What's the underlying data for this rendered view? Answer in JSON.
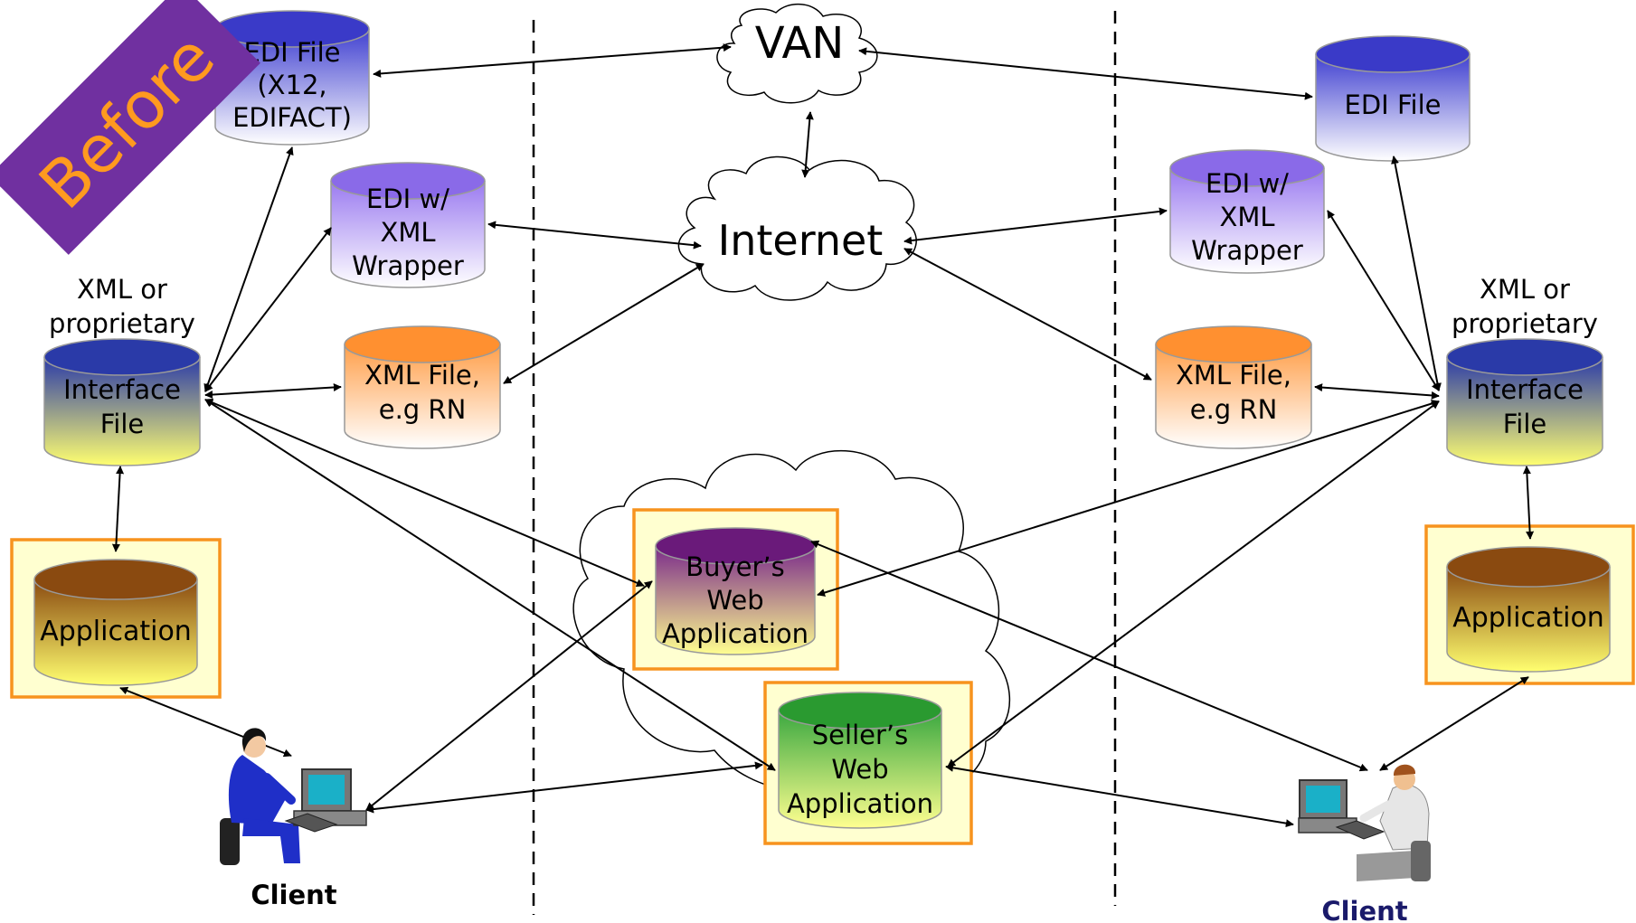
{
  "badge": {
    "label": "Before",
    "color": "#7030a0",
    "text_color": "#ff9a1f"
  },
  "clouds": {
    "van": {
      "label": "VAN"
    },
    "internet": {
      "label": "Internet"
    }
  },
  "left": {
    "edi_file": {
      "line1": "EDI File",
      "line2": "(X12,",
      "line3": "EDIFACT)"
    },
    "edi_xml_wrapper": {
      "line1": "EDI w/",
      "line2": "XML",
      "line3": "Wrapper"
    },
    "xml_file": {
      "line1": "XML File,",
      "line2": "e.g RN"
    },
    "interface_caption": {
      "line1": "XML or",
      "line2": "proprietary"
    },
    "interface_file": {
      "line1": "Interface",
      "line2": "File"
    },
    "application": {
      "label": "Application"
    },
    "client": {
      "label": "Client"
    }
  },
  "center": {
    "buyer_app": {
      "line1": "Buyer’s",
      "line2": "Web",
      "line3": "Application"
    },
    "seller_app": {
      "line1": "Seller’s",
      "line2": "Web",
      "line3": "Application"
    }
  },
  "right": {
    "edi_file": {
      "label": "EDI File"
    },
    "edi_xml_wrapper": {
      "line1": "EDI w/",
      "line2": "XML",
      "line3": "Wrapper"
    },
    "xml_file": {
      "line1": "XML File,",
      "line2": "e.g RN"
    },
    "interface_caption": {
      "line1": "XML or",
      "line2": "proprietary"
    },
    "interface_file": {
      "line1": "Interface",
      "line2": "File"
    },
    "application": {
      "label": "Application"
    },
    "client": {
      "label": "Client"
    }
  },
  "colors": {
    "edi_blue": "#4040d0",
    "wrapper_purple": "#9a7af0",
    "xml_orange": "#ff9f4a",
    "interface_navy": "#2a3aa8",
    "interface_yellow": "#ffff70",
    "application_brown": "#8a4a10",
    "buyer_purple": "#7a2a8a",
    "seller_green": "#3aa840",
    "highlight_box": "#f7931e",
    "box_fill": "#ffffd0",
    "right_client_text": "#1a1a6a"
  }
}
